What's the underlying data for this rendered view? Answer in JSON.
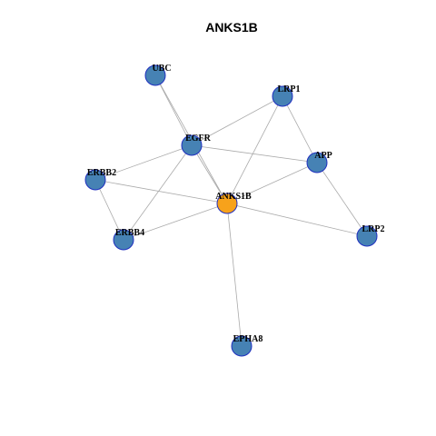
{
  "title": "ANKS1B",
  "colors": {
    "center_node": "#f7a21b",
    "neighbor_node": "#4682b4",
    "node_stroke": "#1f2fbf",
    "edge": "#aaaaaa"
  },
  "nodes": [
    {
      "id": "UBC",
      "label": "UBC",
      "role": "neighbor"
    },
    {
      "id": "LRP1",
      "label": "LRP1",
      "role": "neighbor"
    },
    {
      "id": "EGFR",
      "label": "EGFR",
      "role": "neighbor"
    },
    {
      "id": "APP",
      "label": "APP",
      "role": "neighbor"
    },
    {
      "id": "ERBB2",
      "label": "ERBB2",
      "role": "neighbor"
    },
    {
      "id": "ANKS1B",
      "label": "ANKS1B",
      "role": "center"
    },
    {
      "id": "ERBB4",
      "label": "ERBB4",
      "role": "neighbor"
    },
    {
      "id": "LRP2",
      "label": "LRP2",
      "role": "neighbor"
    },
    {
      "id": "EPHA8",
      "label": "EPHA8",
      "role": "neighbor"
    }
  ],
  "edges": [
    [
      "UBC",
      "EGFR"
    ],
    [
      "UBC",
      "ANKS1B"
    ],
    [
      "EGFR",
      "LRP1"
    ],
    [
      "EGFR",
      "APP"
    ],
    [
      "EGFR",
      "ERBB2"
    ],
    [
      "EGFR",
      "ERBB4"
    ],
    [
      "EGFR",
      "ANKS1B"
    ],
    [
      "LRP1",
      "APP"
    ],
    [
      "LRP1",
      "ANKS1B"
    ],
    [
      "APP",
      "ANKS1B"
    ],
    [
      "APP",
      "LRP2"
    ],
    [
      "ERBB2",
      "ERBB4"
    ],
    [
      "ERBB2",
      "ANKS1B"
    ],
    [
      "ERBB4",
      "ANKS1B"
    ],
    [
      "ANKS1B",
      "LRP2"
    ],
    [
      "ANKS1B",
      "EPHA8"
    ]
  ]
}
